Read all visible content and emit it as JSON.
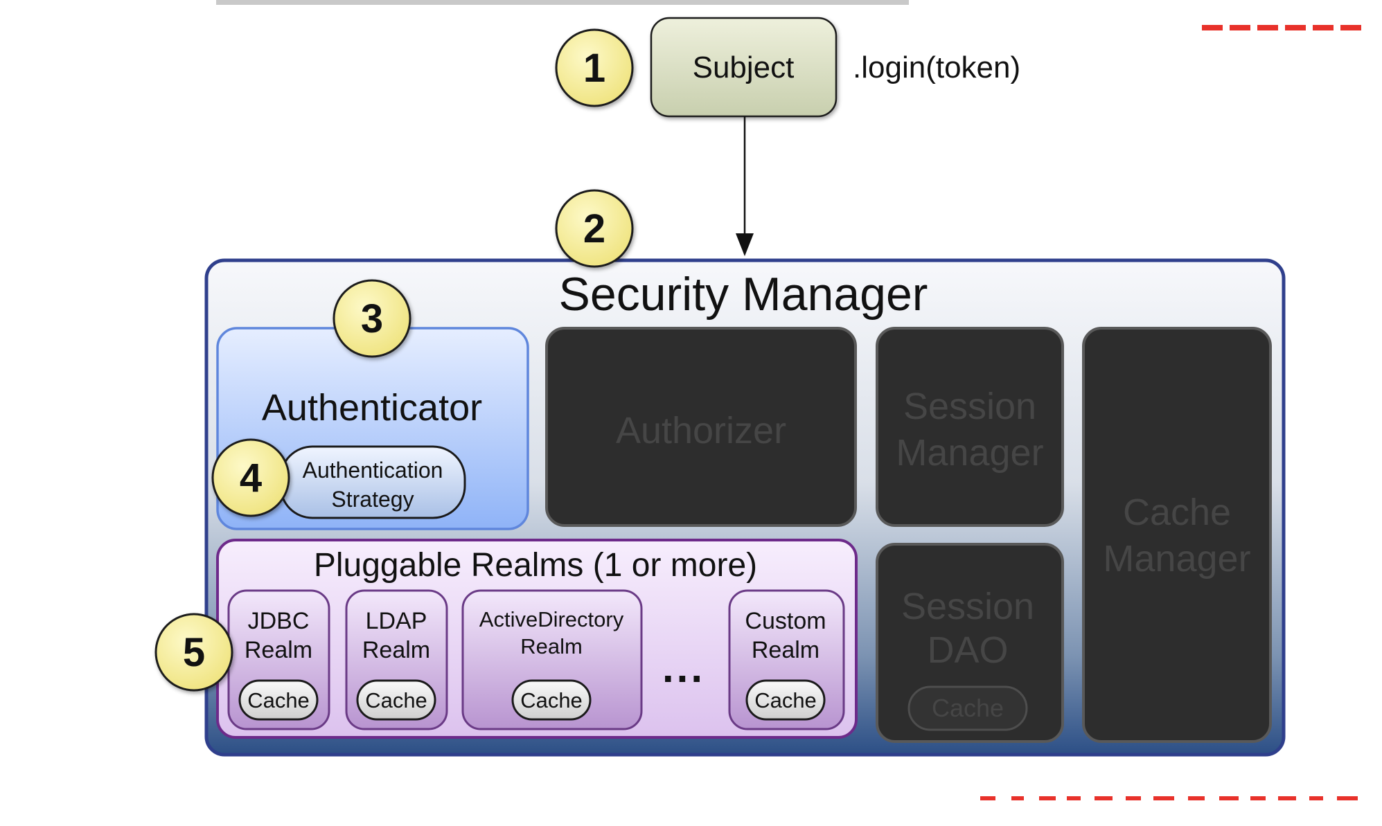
{
  "subject": {
    "label": "Subject",
    "method": ".login(token)"
  },
  "security_manager": {
    "title": "Security Manager"
  },
  "authenticator": {
    "title": "Authenticator",
    "strategy_line1": "Authentication",
    "strategy_line2": "Strategy"
  },
  "authorizer": {
    "label": "Authorizer"
  },
  "session_manager": {
    "line1": "Session",
    "line2": "Manager"
  },
  "session_dao": {
    "line1": "Session",
    "line2": "DAO",
    "cache": "Cache"
  },
  "cache_manager": {
    "line1": "Cache",
    "line2": "Manager"
  },
  "realms": {
    "title": "Pluggable Realms (1 or more)",
    "ellipsis": "...",
    "items": [
      {
        "line1": "JDBC",
        "line2": "Realm",
        "cache": "Cache"
      },
      {
        "line1": "LDAP",
        "line2": "Realm",
        "cache": "Cache"
      },
      {
        "line1": "ActiveDirectory",
        "line2": "Realm",
        "cache": "Cache"
      },
      {
        "line1": "Custom",
        "line2": "Realm",
        "cache": "Cache"
      }
    ]
  },
  "steps": [
    "1",
    "2",
    "3",
    "4",
    "5"
  ],
  "colors": {
    "step_badge": "#f6f0a0",
    "subject_fill": "#dfe3c8",
    "manager_border": "#2f3f8c",
    "dark_panel": "#2d2d2d",
    "realm_fill": "#e7d3f2",
    "authenticator_fill": "#bfd5ff"
  }
}
